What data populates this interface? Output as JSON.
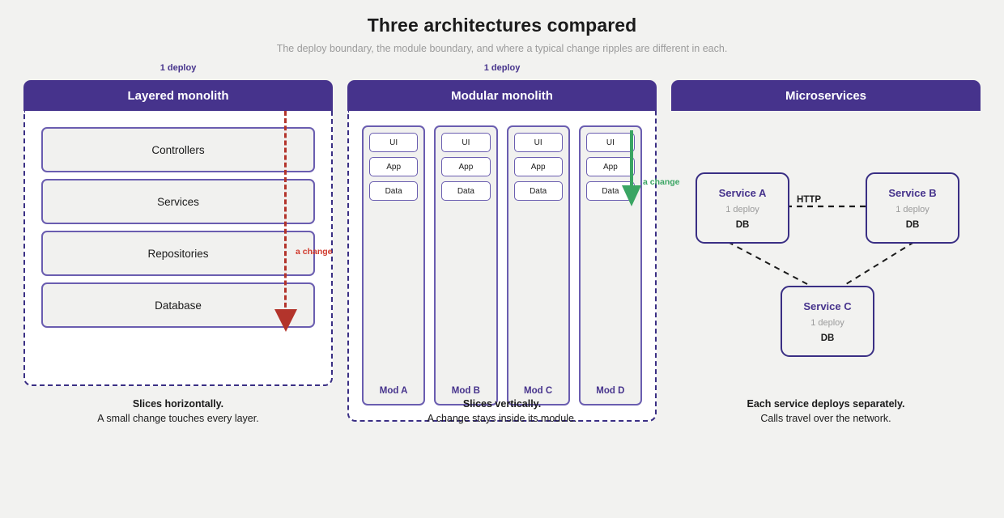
{
  "header": {
    "title": "Three architectures compared",
    "subtitle": "The deploy boundary, the module boundary, and where a typical change ripples are different in each."
  },
  "colors": {
    "brand_purple": "#46338c",
    "boundary_indigo": "#3a2f84",
    "box_border": "#6a5db0",
    "change_red": "#b3342b",
    "change_red_text": "#d0392c",
    "change_green": "#3aa563",
    "page_bg": "#f2f2f0",
    "muted_text": "#9b9b9b"
  },
  "panels": {
    "layered": {
      "deploy_tag": "1 deploy",
      "title": "Layered monolith",
      "layers": [
        "Controllers",
        "Services",
        "Repositories",
        "Database"
      ],
      "change_label": "a change",
      "caption_line1": "Slices horizontally.",
      "caption_line2": "A small change touches every layer."
    },
    "modular": {
      "deploy_tag": "1 deploy",
      "title": "Modular monolith",
      "cells": [
        "UI",
        "App",
        "Data"
      ],
      "modules": [
        "Mod A",
        "Mod B",
        "Mod C",
        "Mod D"
      ],
      "change_label": "a change",
      "caption_line1": "Slices vertically.",
      "caption_line2": "A change stays inside its module."
    },
    "microservices": {
      "title": "Microservices",
      "services": [
        {
          "name": "Service A",
          "deploy": "1 deploy",
          "db": "DB"
        },
        {
          "name": "Service B",
          "deploy": "1 deploy",
          "db": "DB"
        },
        {
          "name": "Service C",
          "deploy": "1 deploy",
          "db": "DB"
        }
      ],
      "link_label": "HTTP",
      "caption_line1": "Each service deploys separately.",
      "caption_line2": "Calls travel over the network."
    }
  }
}
